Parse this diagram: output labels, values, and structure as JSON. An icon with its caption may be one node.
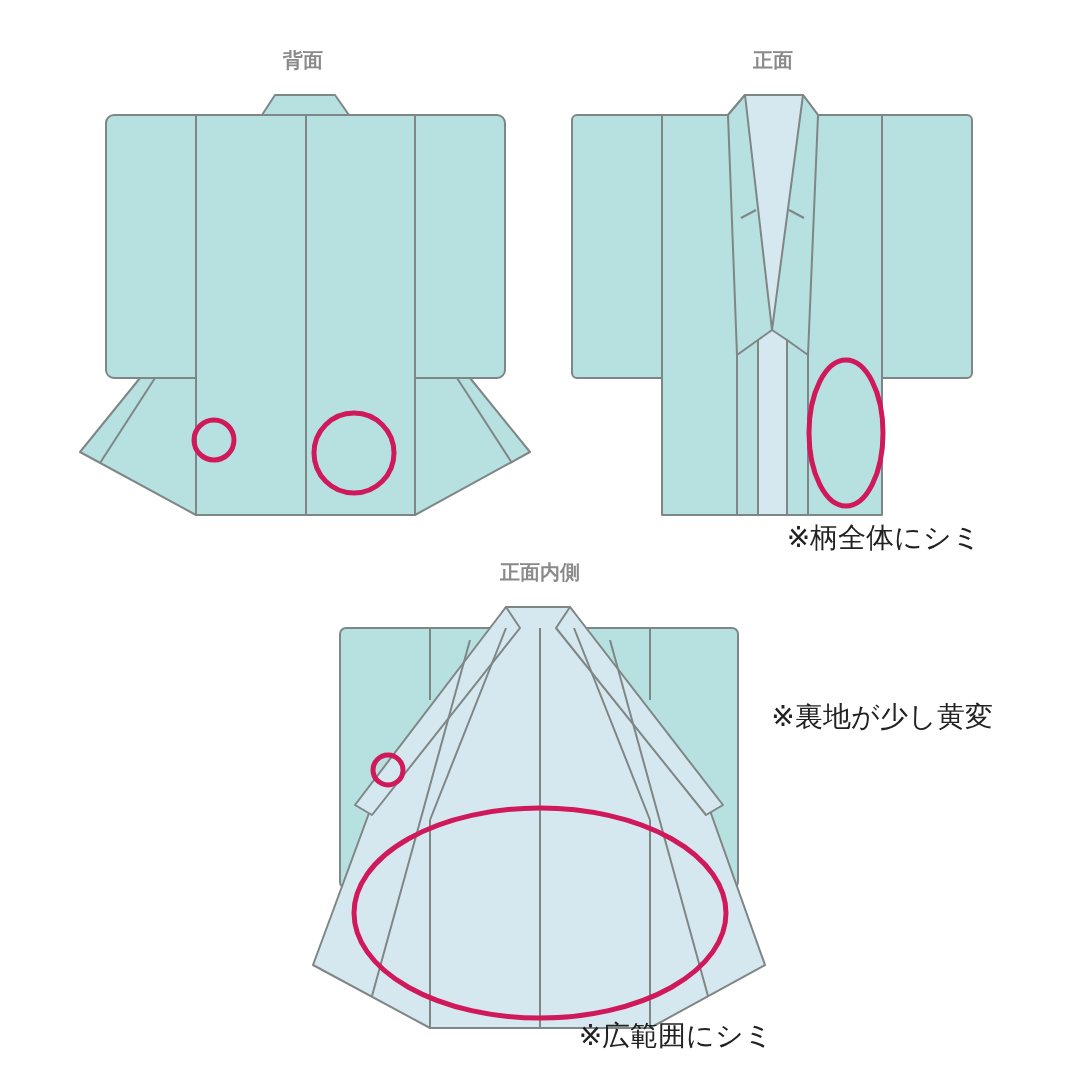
{
  "diagram": {
    "labels": [
      "背面",
      "正面",
      "※柄全体にシミ",
      "正面内側",
      "※裏地が少し黄変",
      "※広範囲にシミ"
    ]
  }
}
